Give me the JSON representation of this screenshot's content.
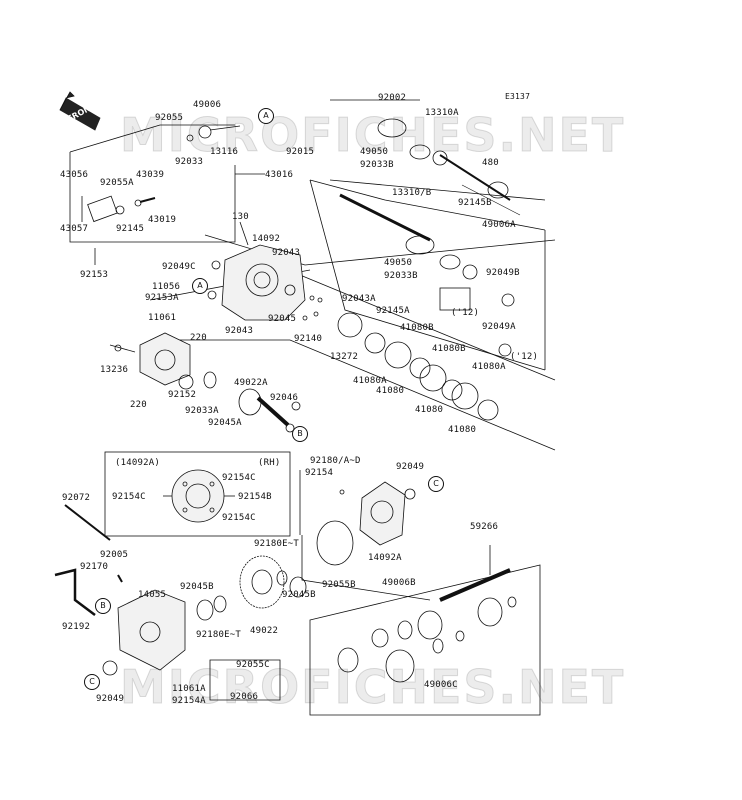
{
  "diagram": {
    "code": "E3137",
    "front_label": "FRONT",
    "watermark": "MICROFICHES.NET",
    "callouts": {
      "a": "A",
      "b": "B",
      "c": "C"
    },
    "parts": {
      "p92002": "92002",
      "p13310A": "13310A",
      "p92015": "92015",
      "p49050a": "49050",
      "p92033Ba": "92033B",
      "p480": "480",
      "p92145B": "92145B",
      "p49006A": "49006A",
      "p13310B": "13310/B",
      "p49050b": "49050",
      "p92033Bb": "92033B",
      "p92049B": "92049B",
      "p12a": "('12)",
      "p92049A": "92049A",
      "p12b": "('12)",
      "p92055": "92055",
      "p49006": "49006",
      "p92033": "92033",
      "p13116": "13116",
      "p43056": "43056",
      "p92055A": "92055A",
      "p43039": "43039",
      "p43016": "43016",
      "p43019": "43019",
      "p92145": "92145",
      "p43057": "43057",
      "p92153": "92153",
      "p130": "130",
      "p14092": "14092",
      "p92043a": "92043",
      "p92049C": "92049C",
      "p11056": "11056",
      "p92153A": "92153A",
      "p92043b": "92043",
      "p92045a": "92045",
      "p92043A": "92043A",
      "p92145A": "92145A",
      "p92140": "92140",
      "p13272": "13272",
      "p41080Ba": "41080B",
      "p41080Bb": "41080B",
      "p41080Aa": "41080A",
      "p41080a": "41080",
      "p41080b": "41080",
      "p41080A": "41080A",
      "p41080c": "41080",
      "p11061": "11061",
      "p220a": "220",
      "p13236": "13236",
      "p220b": "220",
      "p49022A": "49022A",
      "p92152": "92152",
      "p92046": "92046",
      "p92033A": "92033A",
      "p92045A": "92045A",
      "p14092A_box": "(14092A)",
      "pRH": "(RH)",
      "p92154Ca": "92154C",
      "p92154Cl": "92154C",
      "p92154B": "92154B",
      "p92154Cb": "92154C",
      "p92180AD": "92180/A~D",
      "p92154": "92154",
      "p92049a": "92049",
      "p14092A": "14092A",
      "p92072": "92072",
      "p92005": "92005",
      "p92170": "92170",
      "p14055": "14055",
      "p92192": "92192",
      "p92180ET": "92180E~T",
      "p92045B": "92045B",
      "p92045Bb": "92045B",
      "p92055B": "92055B",
      "p92180ETb": "92180E~T",
      "p49022": "49022",
      "p59266": "59266",
      "p49006B": "49006B",
      "p92055C": "92055C",
      "p92066": "92066",
      "p11061A": "11061A",
      "p92154A": "92154A",
      "p92049b": "92049",
      "p49006C": "49006C"
    }
  }
}
